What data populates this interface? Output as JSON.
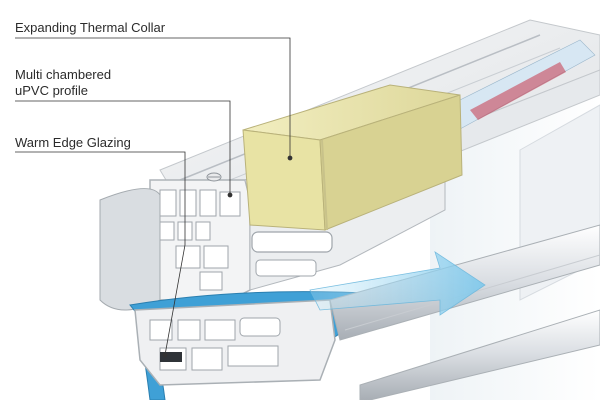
{
  "callouts": {
    "collar": "Expanding Thermal Collar",
    "profile": "Multi chambered\nuPVC profile",
    "glazing": "Warm Edge Glazing"
  },
  "colors": {
    "collar_foam": "#e8e3a4",
    "upvc": "#f1f2f3",
    "upvc_shadow": "#c9ccd0",
    "membrane": "#3fa0d6",
    "airflow_arrow": "#8fd0ee",
    "leader_line": "#333333"
  },
  "icons": [
    "airflow-arrow",
    "screw-head"
  ]
}
